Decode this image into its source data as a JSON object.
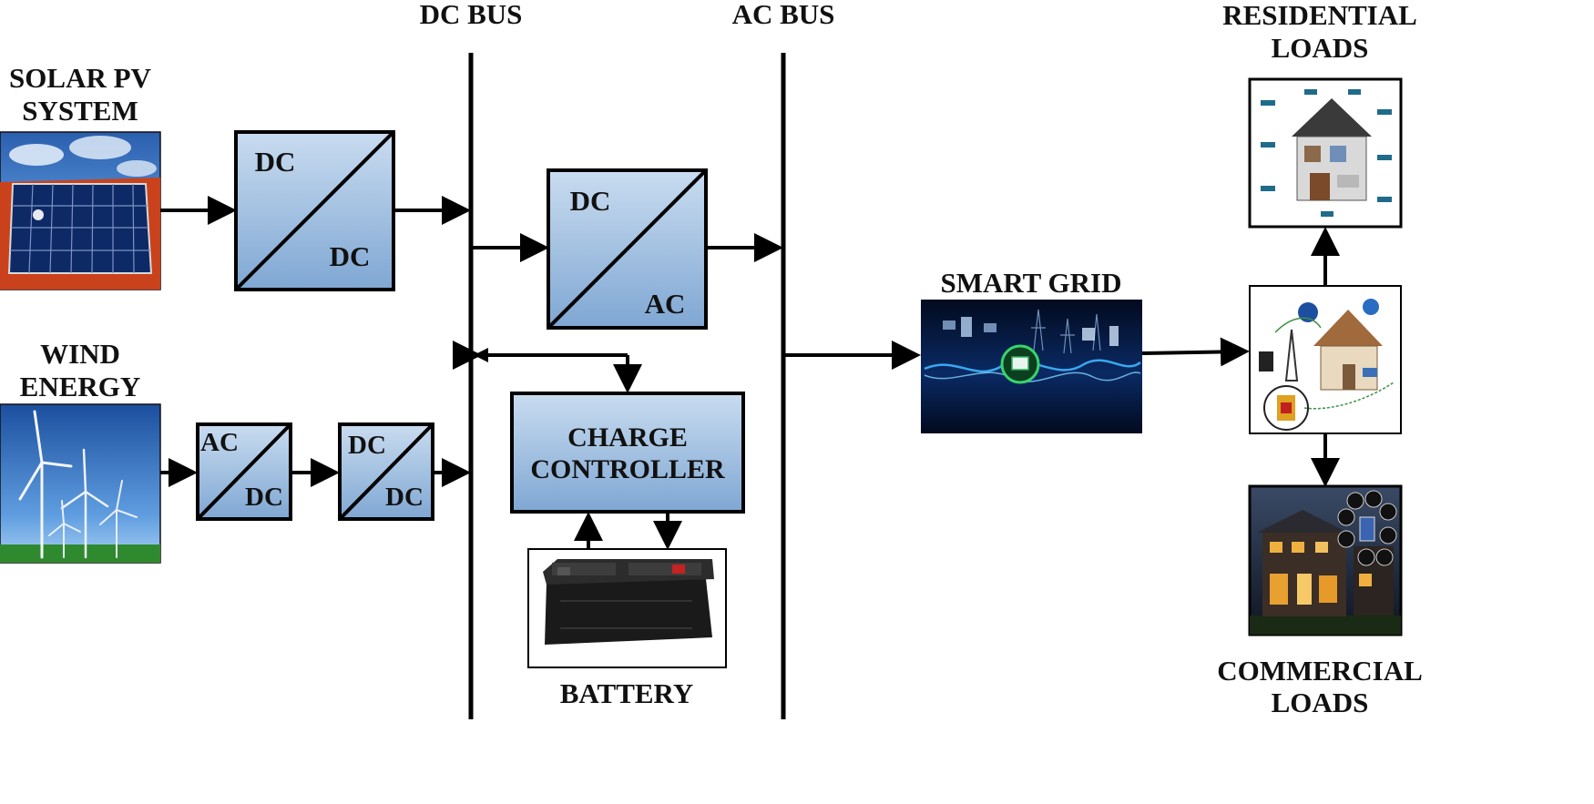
{
  "labels": {
    "dc_bus": "DC BUS",
    "ac_bus": "AC BUS",
    "solar_line1": "SOLAR PV",
    "solar_line2": "SYSTEM",
    "wind_line1": "WIND",
    "wind_line2": "ENERGY",
    "smart_grid": "SMART GRID",
    "residential_line1": "RESIDENTIAL",
    "residential_line2": "LOADS",
    "commercial_line1": "COMMERCIAL",
    "commercial_line2": "LOADS",
    "battery": "BATTERY"
  },
  "converters": {
    "solar_dcdc": {
      "top": "DC",
      "bottom": "DC"
    },
    "inverter": {
      "top": "DC",
      "bottom": "AC"
    },
    "wind_acdc": {
      "top": "AC",
      "bottom": "DC"
    },
    "wind_dcdc": {
      "top": "DC",
      "bottom": "DC"
    }
  },
  "charge_controller": {
    "line1": "CHARGE",
    "line2": "CONTROLLER"
  },
  "colors": {
    "converter_fill_top": "#c9dcf0",
    "converter_fill_bottom": "#7fa7d3",
    "line": "#000000",
    "sky_blue": "#3b79c8",
    "grid_dark": "#06122e",
    "grid_glow": "#2fa8ff"
  },
  "icons": {
    "solar": "solar-panel-icon",
    "wind": "wind-turbine-icon",
    "smart_grid": "smart-grid-icon",
    "residential": "smart-home-icon",
    "hub": "home-energy-hub-icon",
    "commercial": "commercial-building-icon",
    "battery": "car-battery-icon"
  }
}
